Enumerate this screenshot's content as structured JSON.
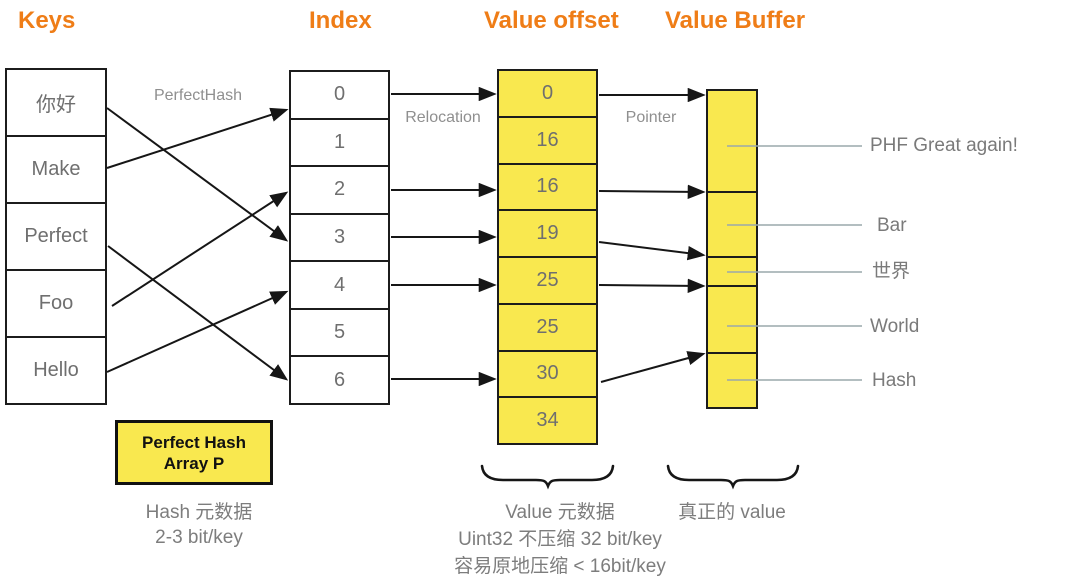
{
  "headers": {
    "keys": "Keys",
    "index": "Index",
    "value_offset": "Value offset",
    "value_buffer": "Value Buffer"
  },
  "flow_labels": {
    "perfect_hash": "PerfectHash",
    "relocation": "Relocation",
    "pointer": "Pointer"
  },
  "keys": {
    "cells": [
      "你好",
      "Make",
      "Perfect",
      "Foo",
      "Hello"
    ]
  },
  "index": {
    "cells": [
      "0",
      "1",
      "2",
      "3",
      "4",
      "5",
      "6"
    ]
  },
  "value_offset": {
    "cells": [
      "0",
      "16",
      "16",
      "19",
      "25",
      "25",
      "30",
      "34"
    ]
  },
  "value_buffer": {
    "labels": [
      "PHF Great again!",
      "Bar",
      "世界",
      "World",
      "Hash"
    ]
  },
  "annotations": {
    "array_box": {
      "line1": "Perfect Hash",
      "line2": "Array P"
    },
    "hash_meta": {
      "line1": "Hash 元数据",
      "line2": "2-3 bit/key"
    },
    "value_meta": {
      "line1": "Value 元数据",
      "line2": "Uint32 不压缩 32 bit/key",
      "line3": "容易原地压缩 < 16bit/key"
    },
    "real_value": "真正的 value"
  },
  "relations": {
    "keys_to_index": {
      "你好": 3,
      "Make": 0,
      "Perfect": 6,
      "Foo": 2,
      "Hello": 4
    },
    "index_rows_relocated": [
      0,
      2,
      3,
      4,
      6
    ],
    "offsets_pointed_into_buffer": [
      0,
      16,
      19,
      25,
      30
    ]
  },
  "colors": {
    "accent_orange": "#EF7D17",
    "cell_yellow": "#F9E84F",
    "border_black": "#1C1C1C",
    "text_gray": "#6F6F6F",
    "flow_label_gray": "#8F8F8F",
    "connector_gray": "#9AA8AB"
  }
}
